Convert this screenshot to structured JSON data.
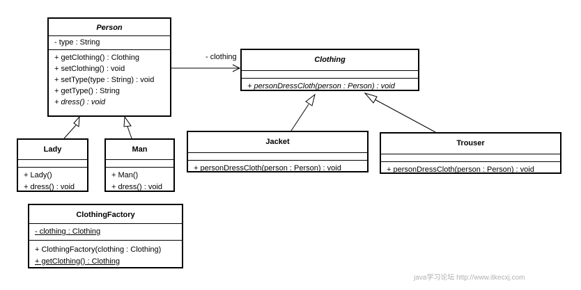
{
  "classes": {
    "person": {
      "name": "Person",
      "attrs": [
        "- type : String"
      ],
      "ops": [
        "+ getClothing() : Clothing",
        "+ setClothing() : void",
        "+ setType(type : String) : void",
        "+ getType() : String",
        "+ dress() : void"
      ]
    },
    "lady": {
      "name": "Lady",
      "ops": [
        "+ Lady()",
        "+ dress() : void"
      ]
    },
    "man": {
      "name": "Man",
      "ops": [
        "+ Man()",
        "+ dress() : void"
      ]
    },
    "clothing": {
      "name": "Clothing",
      "ops": [
        "+ personDressCloth(person : Person) : void"
      ]
    },
    "jacket": {
      "name": "Jacket",
      "ops": [
        "+ personDressCloth(person : Person) : void"
      ]
    },
    "trouser": {
      "name": "Trouser",
      "ops": [
        "+ personDressCloth(person : Person) : void"
      ]
    },
    "factory": {
      "name": "ClothingFactory",
      "attrs": [
        "- clothing : Clothing"
      ],
      "ops": [
        "+ ClothingFactory(clothing : Clothing)",
        "+ getClothing() : Clothing"
      ]
    }
  },
  "association": {
    "label": "- clothing"
  },
  "watermark": "java学习论坛 http://www.itkecxj.com"
}
